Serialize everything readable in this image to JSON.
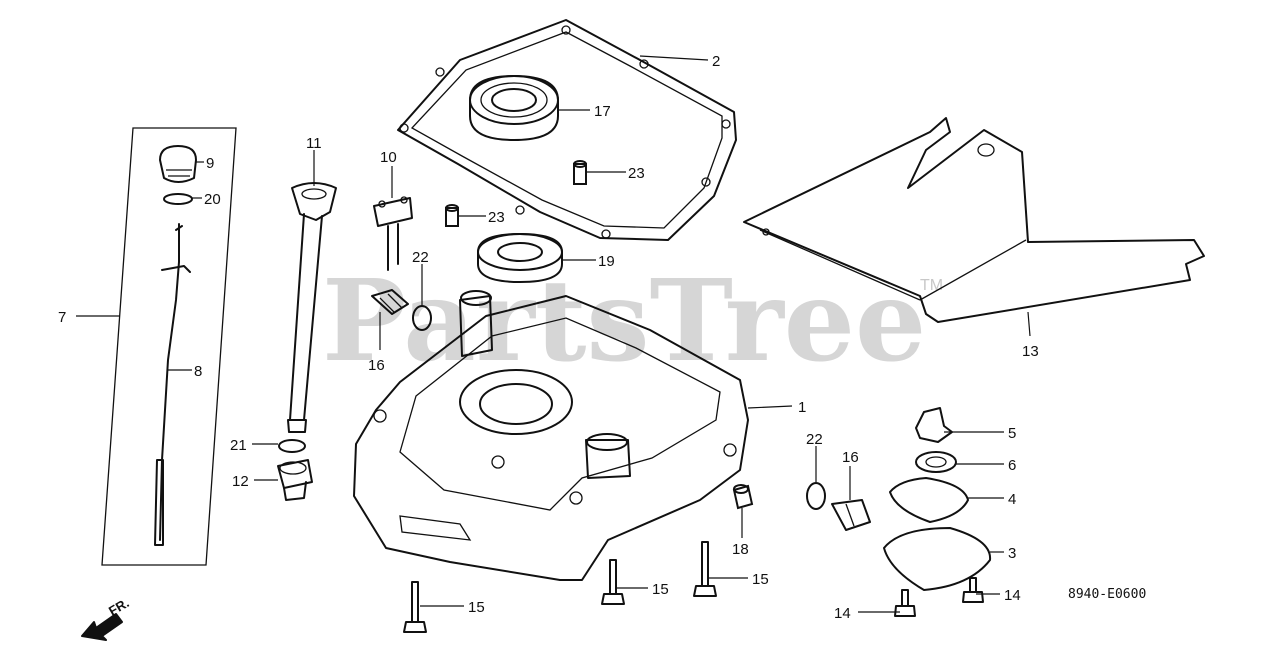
{
  "watermark": {
    "text": "PartsTree",
    "trademark": "TM"
  },
  "diagram_code": "8940-E0600",
  "front_label": "FR.",
  "callouts": {
    "c1": "1",
    "c2": "2",
    "c3": "3",
    "c4": "4",
    "c5": "5",
    "c6": "6",
    "c7": "7",
    "c8": "8",
    "c9": "9",
    "c10": "10",
    "c11": "11",
    "c12": "12",
    "c13": "13",
    "c14a": "14",
    "c14b": "14",
    "c15a": "15",
    "c15b": "15",
    "c15c": "15",
    "c16a": "16",
    "c16b": "16",
    "c17": "17",
    "c18": "18",
    "c19": "19",
    "c20": "20",
    "c21": "21",
    "c22a": "22",
    "c22b": "22",
    "c23a": "23",
    "c23b": "23"
  },
  "icons": {
    "front": "front-arrow-icon"
  }
}
